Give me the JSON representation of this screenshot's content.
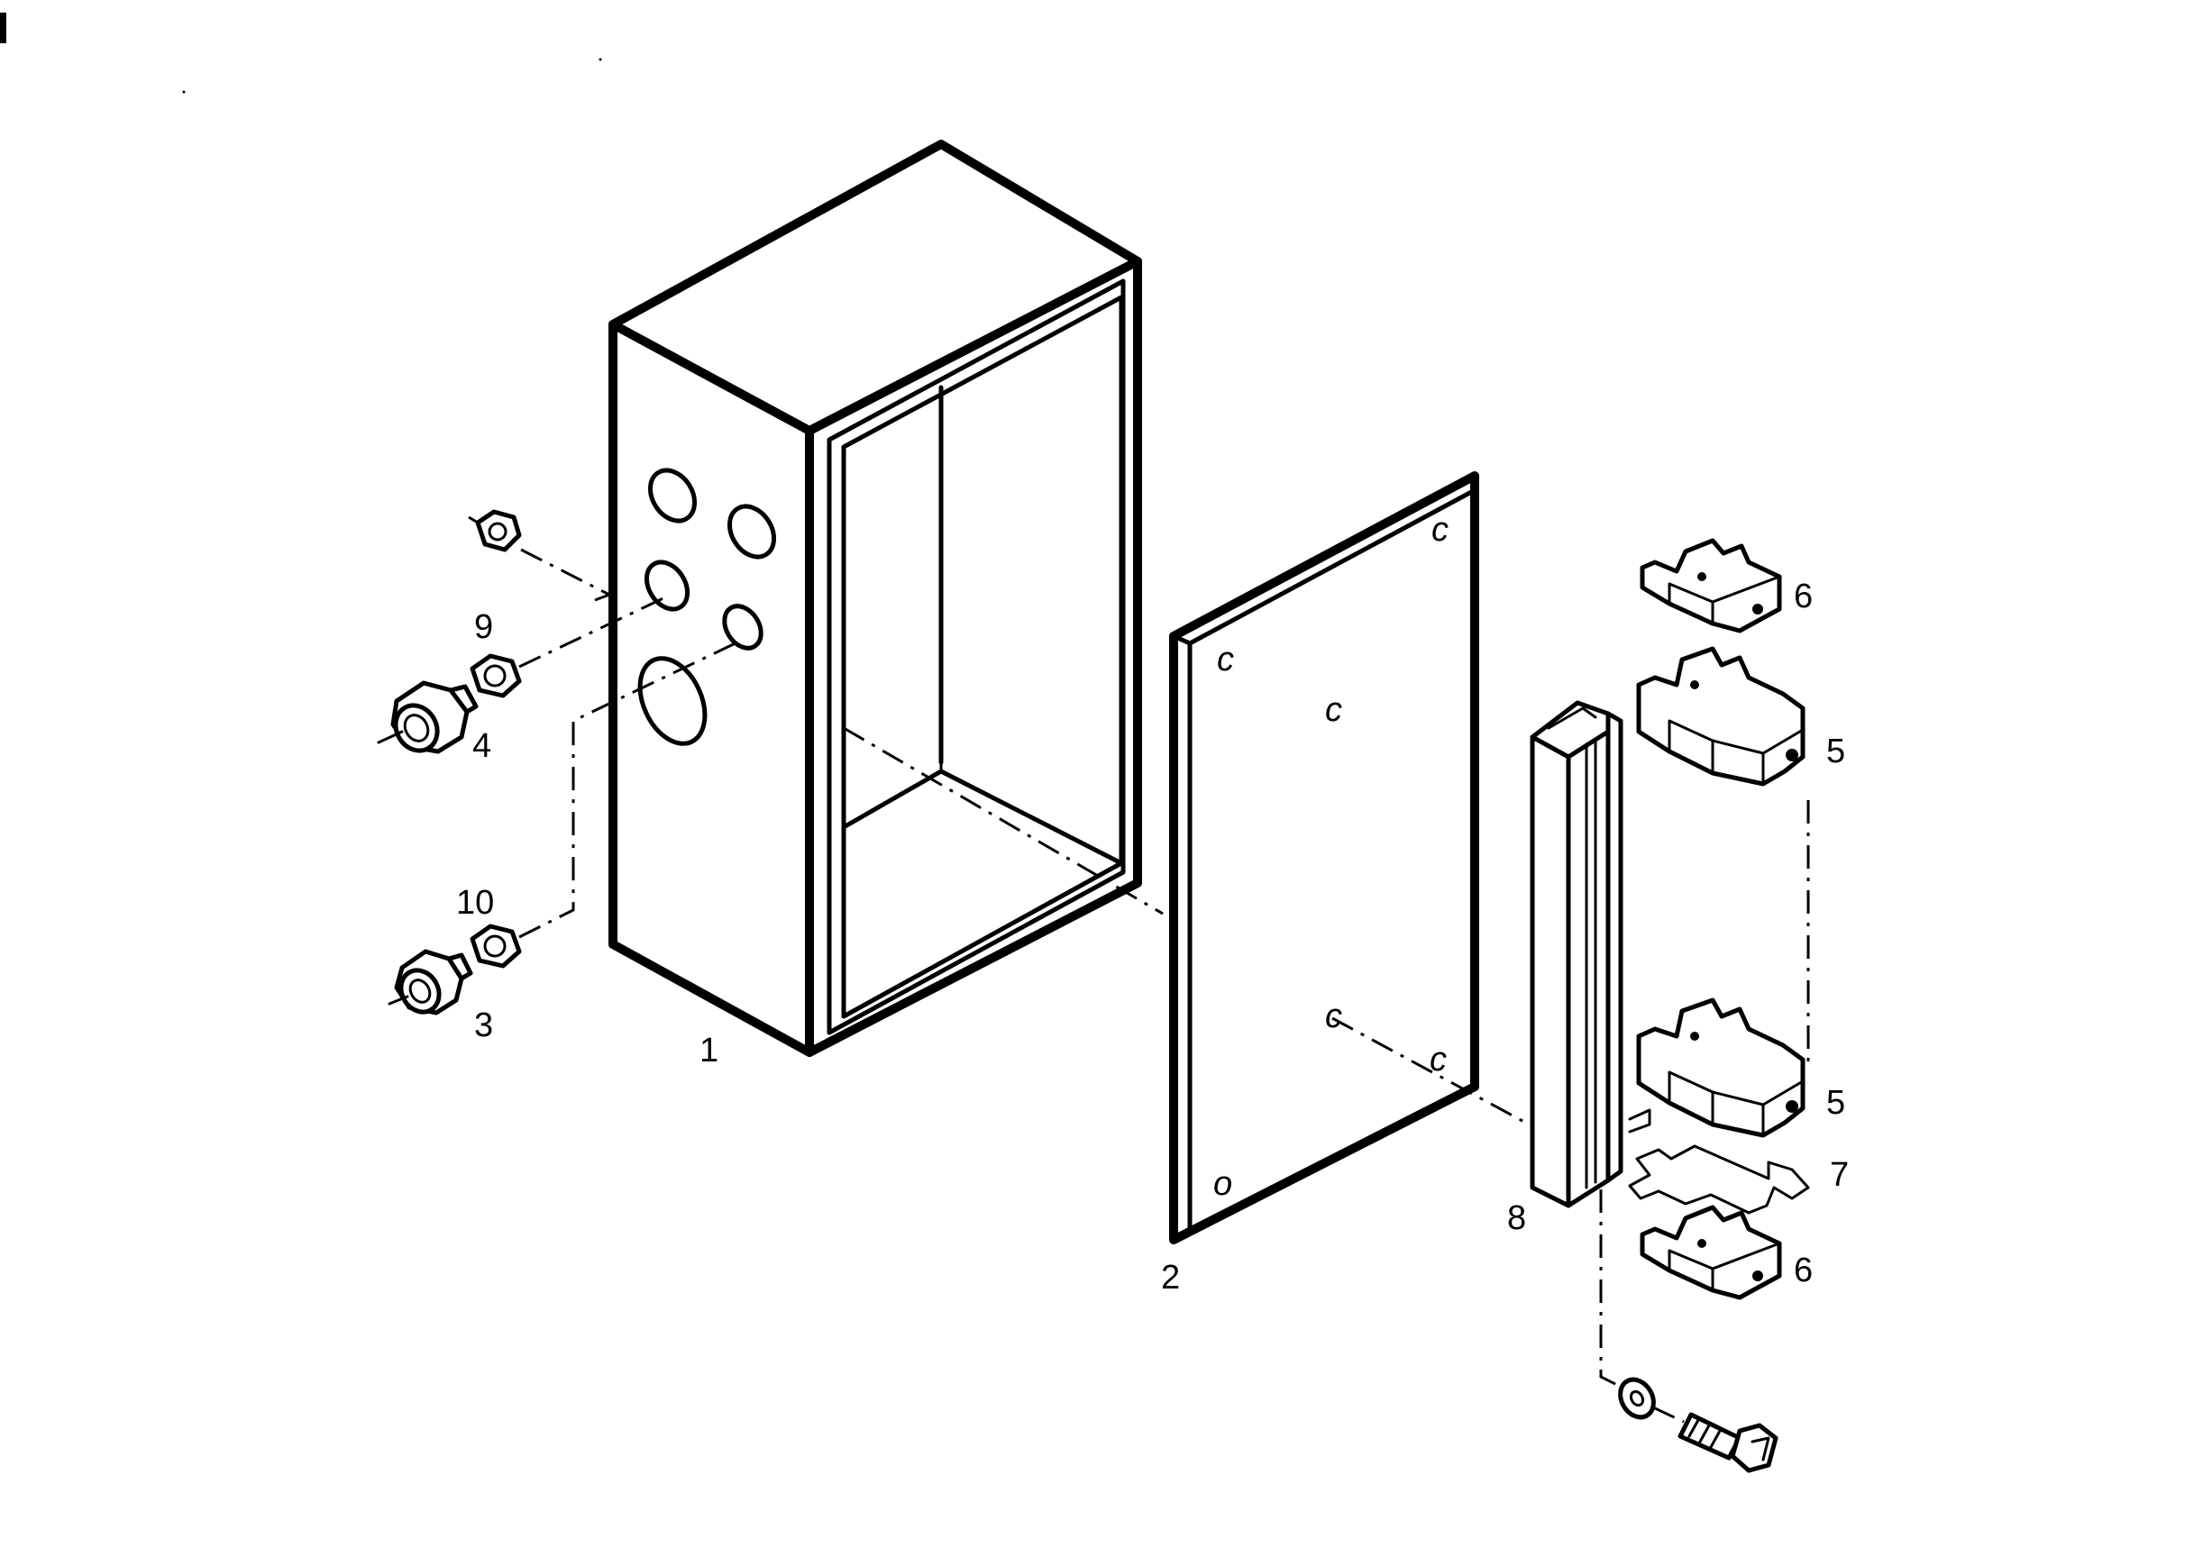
{
  "diagram": {
    "callouts": [
      {
        "id": "1",
        "text": "1"
      },
      {
        "id": "2",
        "text": "2"
      },
      {
        "id": "3",
        "text": "3"
      },
      {
        "id": "4",
        "text": "4"
      },
      {
        "id": "5a",
        "text": "5"
      },
      {
        "id": "5b",
        "text": "5"
      },
      {
        "id": "6a",
        "text": "6"
      },
      {
        "id": "6b",
        "text": "6"
      },
      {
        "id": "7",
        "text": "7"
      },
      {
        "id": "8",
        "text": "8"
      },
      {
        "id": "9",
        "text": "9"
      },
      {
        "id": "10",
        "text": "10"
      }
    ]
  }
}
